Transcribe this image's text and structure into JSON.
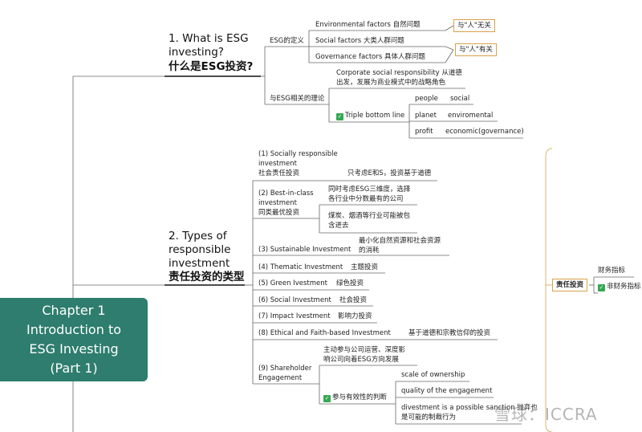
{
  "root": {
    "line1": "Chapter 1",
    "line2": "Introduction to",
    "line3": "ESG Investing",
    "line4": "(Part 1)"
  },
  "b1": {
    "title_en_1": "1. What is ESG",
    "title_en_2": "investing?",
    "title_cn": "什么是ESG投资?",
    "def": {
      "label": "ESG的定义",
      "items": [
        "Environmental  factors 自然问题",
        "Social factors 大类人群问题",
        "Governance factors 具体人群问题"
      ],
      "tag1": "与\"人\"无关",
      "tag2": "与\"人\"有关"
    },
    "theory": {
      "label": "与ESG相关的理论",
      "csr_1": "Corporate social responsibility 从道德",
      "csr_2": "出发，发展为商业模式中的战略角色",
      "tbl": "Triple bottom line",
      "pairs": [
        {
          "a": "people",
          "b": "social"
        },
        {
          "a": "planet",
          "b": "enviromental"
        },
        {
          "a": "profit",
          "b": "economic(governance)"
        }
      ]
    }
  },
  "b2": {
    "title_1": "2. Types of",
    "title_2": "responsible",
    "title_3": "investment",
    "title_cn": "责任投资的类型",
    "t1": {
      "l1": "(1) Socially responsible",
      "l2": "investment",
      "l3": "社会责任投资",
      "note": "只考虑E和S，投资基于道德"
    },
    "t2": {
      "l1": "(2) Best-in-class",
      "l2": "investment",
      "l3": "同类最优投资",
      "n1a": "同时考虑ESG三维度，选择",
      "n1b": "各行业中分数最有的公司",
      "n2a": "煤炭、烟酒等行业可能被包",
      "n2b": "含进去"
    },
    "t3": {
      "label": "(3) Sustainable Investment",
      "n1": "最小化自然资源和社会资源",
      "n2": "的消耗"
    },
    "t4": {
      "label": "(4) Thematic Investment",
      "note": "主题投资"
    },
    "t5": {
      "label": "(5) Green Ivestment",
      "note": "绿色投资"
    },
    "t6": {
      "label": "(6) Social Investment",
      "note": "社会投资"
    },
    "t7": {
      "label": "(7) Impact Ivestment",
      "note": "影响力投资"
    },
    "t8": {
      "label": "(8) Ethical and Faith-based Investment",
      "note": "基于道德和宗教信仰的投资"
    },
    "t9": {
      "l1": "(9) Shareholder",
      "l2": "Engagement",
      "n1a": "主动参与公司运营、深度影",
      "n1b": "响公司向着ESG方向发展",
      "eff": "参与有效性的判断",
      "items": [
        "scale of ownership",
        "quality of the engagement"
      ],
      "div_1": "divestment is a possible sanction 抛弃也",
      "div_2": "是可能的制裁行为"
    }
  },
  "side": {
    "box": "责任投资",
    "fin": "财务指标",
    "nonfin": "非财务指标"
  },
  "watermark": "雪球：ICCRA",
  "colors": {
    "root": "#2e7d6e",
    "accent": "#d9a14a",
    "line": "#555555",
    "check": "#34a853"
  }
}
